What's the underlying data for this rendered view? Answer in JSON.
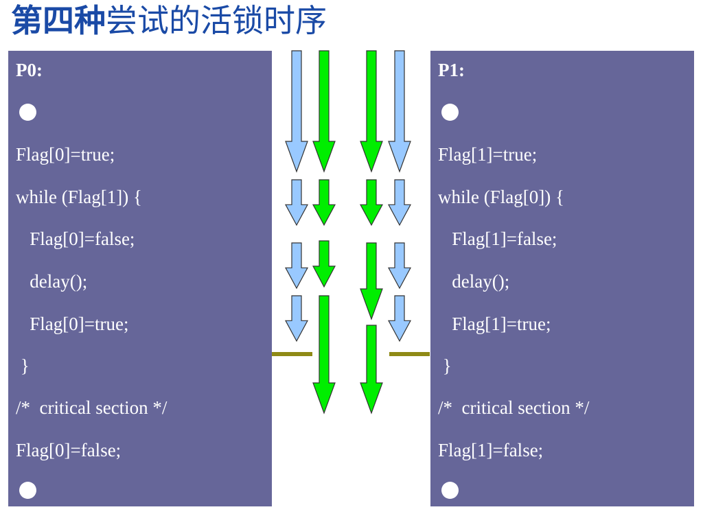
{
  "title": {
    "bold_part": "第四种",
    "normal_part": "尝试的活锁时序"
  },
  "p0": {
    "lines": [
      "P0:",
      "",
      "Flag[0]=true;",
      "while (Flag[1]) {",
      "   Flag[0]=false;",
      "   delay();",
      "   Flag[0]=true;",
      " }",
      "/*  critical section */",
      "Flag[0]=false;"
    ]
  },
  "p1": {
    "lines": [
      "P1:",
      "",
      "Flag[1]=true;",
      "while (Flag[0]) {",
      "   Flag[1]=false;",
      "   delay();",
      "   Flag[1]=true;",
      " }",
      "/*  critical section */",
      "Flag[1]=false;"
    ]
  },
  "colors": {
    "panel": "#666699",
    "title": "#1a4aa6",
    "arrow_blue": "#99c9ff",
    "arrow_green": "#00ee00",
    "divider": "#8f8a16"
  }
}
